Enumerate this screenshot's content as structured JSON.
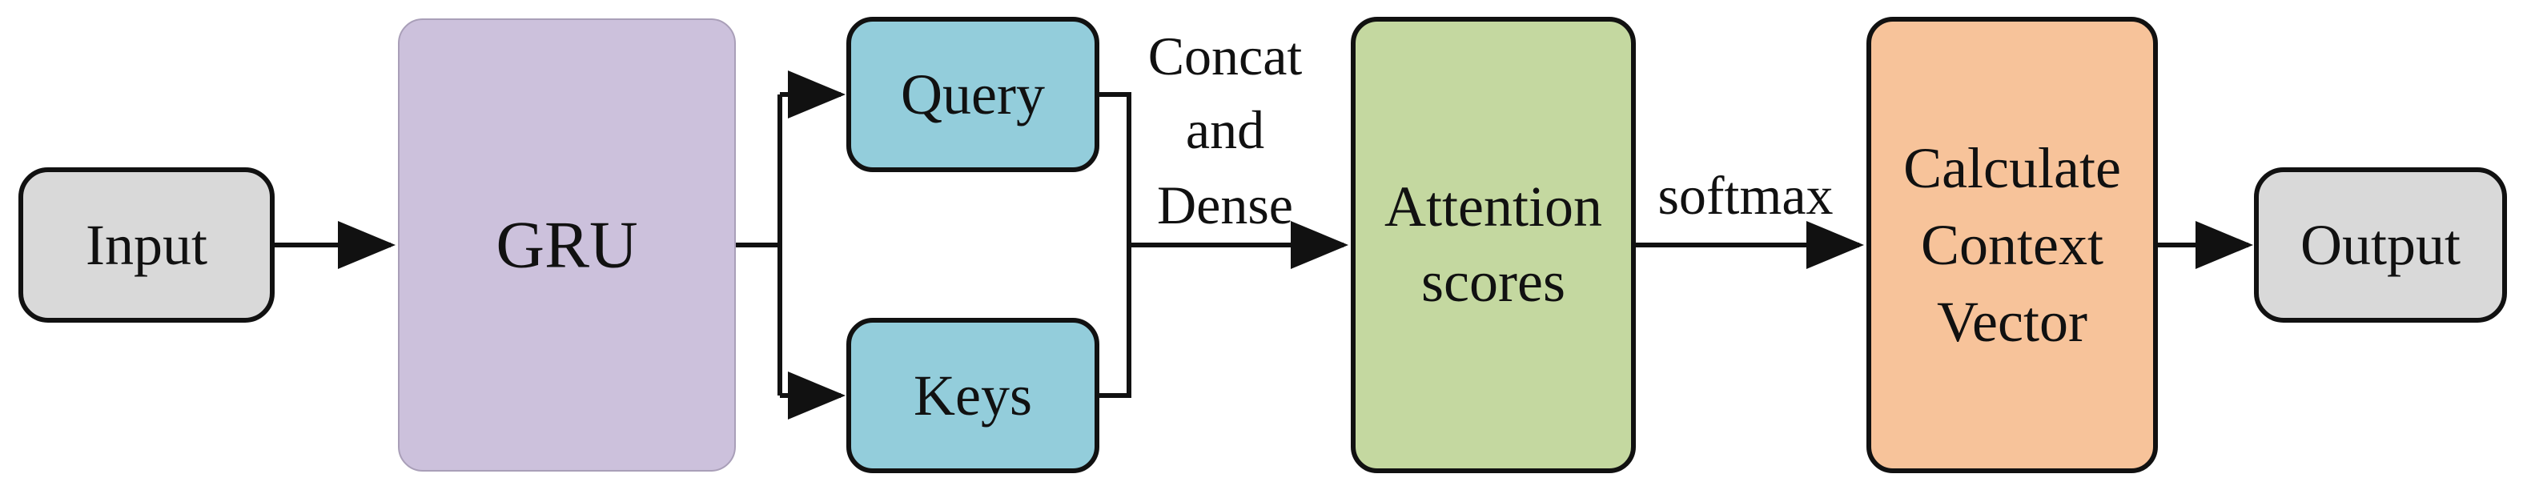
{
  "nodes": {
    "input": {
      "label": "Input",
      "color": "#d9d9d9"
    },
    "gru": {
      "label": "GRU",
      "color": "#ccc1dc"
    },
    "query": {
      "label": "Query",
      "color": "#93cddb"
    },
    "keys": {
      "label": "Keys",
      "color": "#93cddb"
    },
    "attention": {
      "line1": "Attention",
      "line2": "scores",
      "color": "#c4d8a0"
    },
    "context": {
      "line1": "Calculate",
      "line2": "Context",
      "line3": "Vector",
      "color": "#f7c39a"
    },
    "output": {
      "label": "Output",
      "color": "#d9d9d9"
    }
  },
  "edges": {
    "concat": {
      "line1": "Concat",
      "line2": "and",
      "line3": "Dense"
    },
    "softmax": {
      "label": "softmax"
    }
  }
}
